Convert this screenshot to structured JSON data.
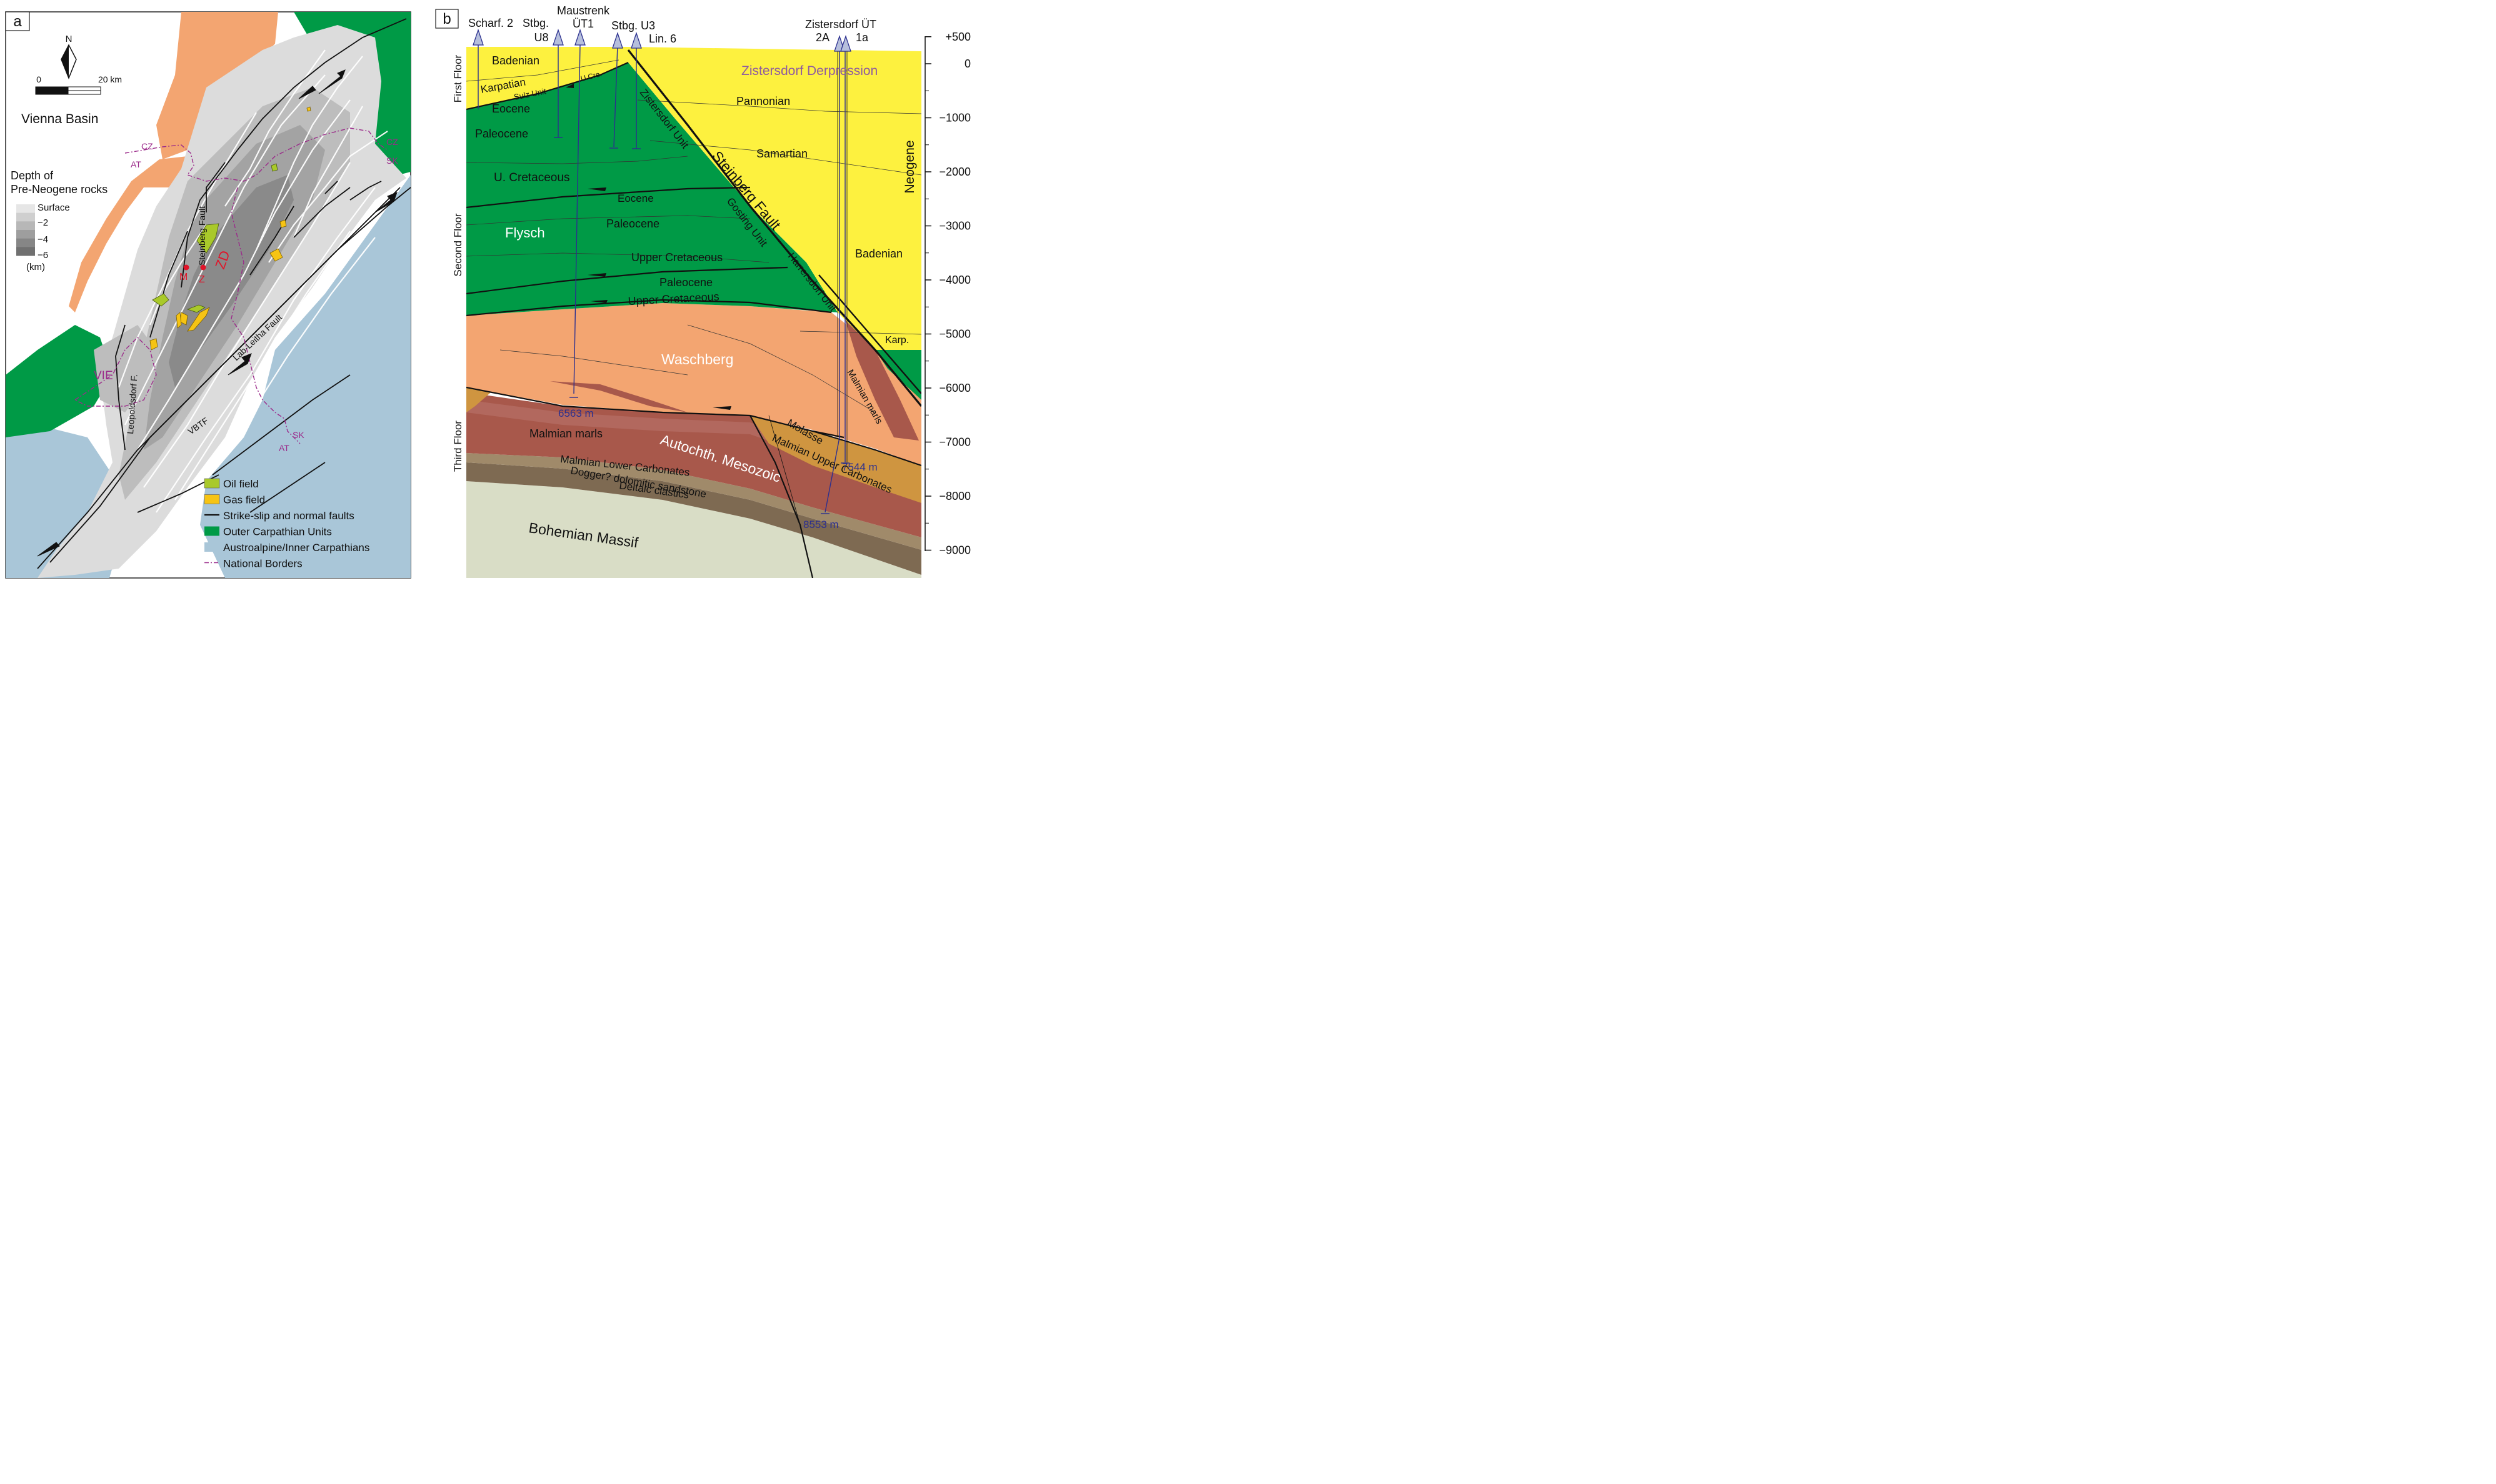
{
  "panel_a": {
    "label": "a",
    "title": "Vienna Basin",
    "north": "N",
    "scale": {
      "start": "0",
      "end": "20 km"
    },
    "depth_legend": {
      "title_line1": "Depth of",
      "title_line2": "Pre-Neogene rocks",
      "levels": [
        "Surface",
        "−2",
        "−4",
        "−6"
      ],
      "unit": "(km)",
      "colors": [
        "#e6e6e6",
        "#cfcfcf",
        "#b7b7b7",
        "#9e9e9e",
        "#868686",
        "#707070"
      ]
    },
    "borders": [
      {
        "top": "CZ",
        "bottom": "AT"
      },
      {
        "top": "CZ",
        "bottom": "SK"
      },
      {
        "top": "SK",
        "bottom": "AT"
      }
    ],
    "labels": {
      "steinberg": "Steinberg Fault",
      "zd": "ZD",
      "m": "M",
      "z": "Z",
      "leopoldsdorf": "Leopoldsdorf F.",
      "lab_leitha": "Lab-Leitha Fault",
      "vbtf": "VBTF",
      "vie": "VIE"
    },
    "legend": [
      {
        "label": "Oil field",
        "color": "#a9c92a"
      },
      {
        "label": "Gas field",
        "color": "#f6c414"
      },
      {
        "label": "Strike-slip and normal faults",
        "color": "#111111"
      },
      {
        "label": "Outer Carpathian Units",
        "color": "#009a46"
      },
      {
        "label": "Austroalpine/Inner Carpathians",
        "color": "#a9c6d8"
      },
      {
        "label": "National Borders",
        "color": "#9b2a8a"
      }
    ],
    "colors": {
      "flysch_orange": "#f3a571",
      "basin_light": "#dcdcdc"
    }
  },
  "panel_b": {
    "label": "b",
    "wells": [
      {
        "line1": "",
        "line2": "Scharf. 2"
      },
      {
        "line1": "Stbg.",
        "line2": "U8"
      },
      {
        "line1": "Maustrenk",
        "line2": "ÜT1"
      },
      {
        "line1": "",
        "line2": "Stbg. U3"
      },
      {
        "line1": "",
        "line2": "Lin. 6"
      },
      {
        "line1": "Zistersdorf ÜT",
        "line2a": "2A",
        "line2b": "1a"
      }
    ],
    "well_depths": [
      "6563 m",
      "7544 m",
      "8553 m"
    ],
    "floors": [
      "First Floor",
      "Second Floor",
      "Third Floor"
    ],
    "depth_axis": [
      "+500",
      "0",
      "−1000",
      "−2000",
      "−3000",
      "−4000",
      "−5000",
      "−6000",
      "−7000",
      "−8000",
      "−9000"
    ],
    "units": {
      "badenian": "Badenian",
      "karpatian": "Karpatian",
      "ucre": "U.Cre.",
      "sulz": "Sulz Unit",
      "eocene1": "Eocene",
      "paleocene1": "Paleocene",
      "ucretaceous": "U. Cretaceous",
      "eocene2": "Eocene",
      "paleocene2": "Paleocene",
      "flysch": "Flysch",
      "upper_cret1": "Upper Cretaceous",
      "paleocene3": "Paleocene",
      "upper_cret2": "Upper Cretaceous",
      "zistersdorf_unit": "Zistersdorf Unit",
      "gosting_unit": "Gosting Unit",
      "harrersdorf_unit": "Harrersdorf Unit",
      "steinberg_fault": "Steinberg Fault",
      "depression": "Zistersdorf Derpression",
      "pannonian": "Pannonian",
      "samartian": "Samartian",
      "badenian2": "Badenian",
      "neogene": "Neogene",
      "karp": "Karp.",
      "waschberg": "Waschberg",
      "malmian_marls_r": "Malmian marls",
      "malmian_marls": "Malmian marls",
      "molasse": "Molasse",
      "malmian_upper": "Malmian Upper Carbonates",
      "autochth": "Autochth. Mesozoic",
      "malmian_lower": "Malmian Lower Carbonates",
      "dogger": "Dogger? dolomitic sandstone",
      "deltaic": "Deltaic clastics",
      "bohemian": "Bohemian Massif"
    },
    "colors": {
      "neogene_yellow": "#fdf13f",
      "flysch_green": "#009a46",
      "waschberg_orange": "#f3a571",
      "autochth_brown": "#a8584b",
      "molasse_ochre": "#cf9540",
      "dark_band": "#7e6a52",
      "bohemian": "#d9ddc6",
      "well_blue": "#2b2f8f",
      "depression_text": "#8e5aa0"
    }
  }
}
